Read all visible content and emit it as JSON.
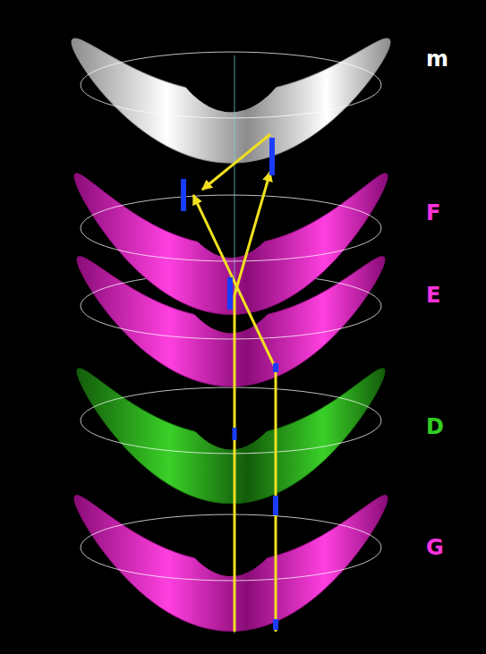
{
  "diagram": {
    "labels": [
      "m",
      "F",
      "E",
      "D",
      "G"
    ]
  }
}
